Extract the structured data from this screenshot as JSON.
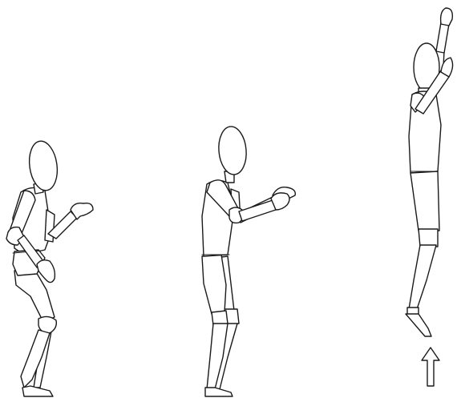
{
  "figure": {
    "background": "#ffffff",
    "line_color": "#1a1a1a",
    "panels": [
      {
        "pose": "crouched"
      },
      {
        "pose": "standing"
      },
      {
        "pose": "jumping"
      }
    ],
    "indicator": "up-arrow-icon"
  }
}
